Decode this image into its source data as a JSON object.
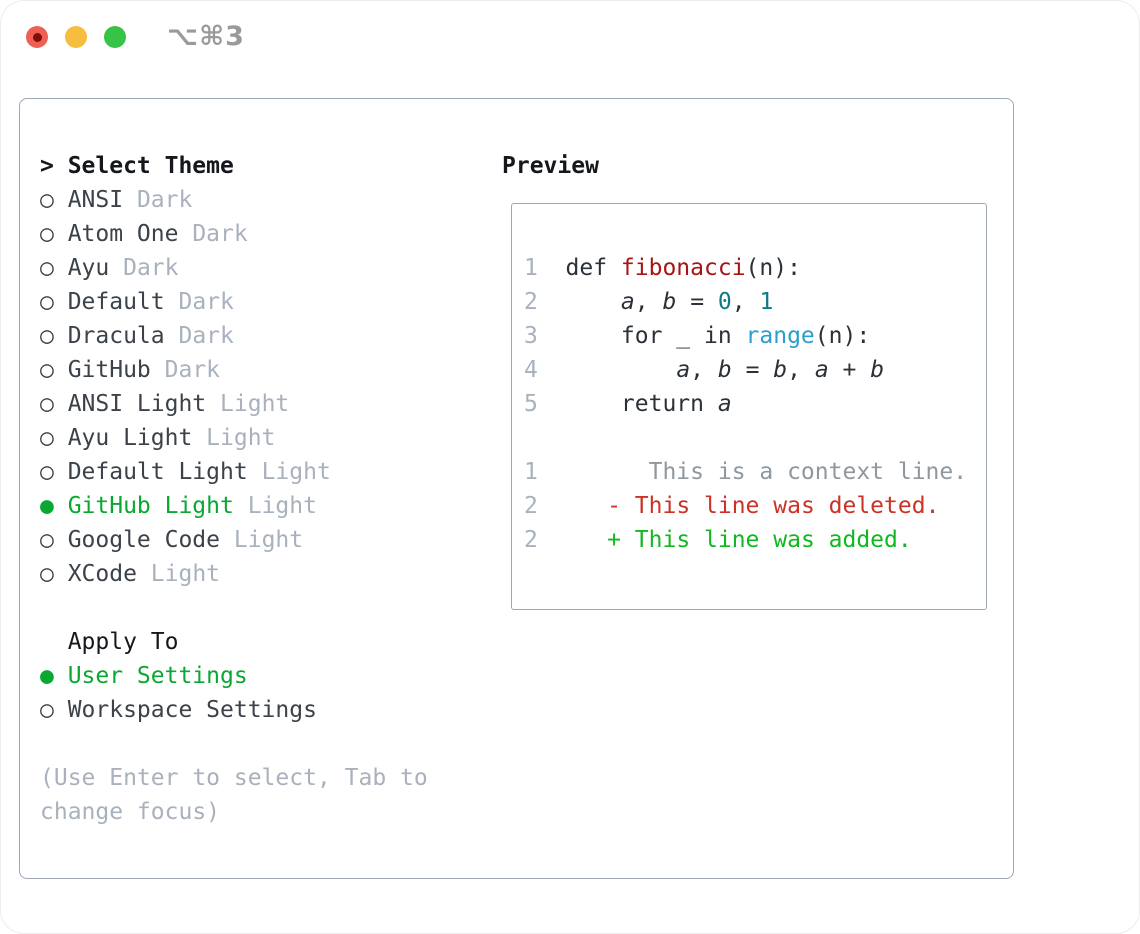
{
  "titlebar": {
    "shortcut": "⌥⌘3",
    "buttons": [
      "close",
      "minimize",
      "zoom"
    ]
  },
  "theme_list": {
    "header": {
      "marker": ">",
      "title": "Select Theme"
    },
    "items": [
      {
        "label": "ANSI",
        "tag": "Dark",
        "selected": false
      },
      {
        "label": "Atom One",
        "tag": "Dark",
        "selected": false
      },
      {
        "label": "Ayu",
        "tag": "Dark",
        "selected": false
      },
      {
        "label": "Default",
        "tag": "Dark",
        "selected": false
      },
      {
        "label": "Dracula",
        "tag": "Dark",
        "selected": false
      },
      {
        "label": "GitHub",
        "tag": "Dark",
        "selected": false
      },
      {
        "label": "ANSI Light",
        "tag": "Light",
        "selected": false
      },
      {
        "label": "Ayu Light",
        "tag": "Light",
        "selected": false
      },
      {
        "label": "Default Light",
        "tag": "Light",
        "selected": false
      },
      {
        "label": "GitHub Light",
        "tag": "Light",
        "selected": true
      },
      {
        "label": "Google Code",
        "tag": "Light",
        "selected": false
      },
      {
        "label": "XCode",
        "tag": "Light",
        "selected": false
      }
    ]
  },
  "apply_to": {
    "title": "Apply To",
    "options": [
      {
        "label": "User Settings",
        "selected": true
      },
      {
        "label": "Workspace Settings",
        "selected": false
      }
    ]
  },
  "hint": {
    "lines": [
      "(Use Enter to select, Tab to",
      "change focus)"
    ]
  },
  "preview": {
    "title": "Preview",
    "lines": [
      {
        "num": "1",
        "segments": [
          {
            "t": "def ",
            "c": "plain"
          },
          {
            "t": "fibonacci",
            "c": "func"
          },
          {
            "t": "(n):",
            "c": "plain"
          }
        ]
      },
      {
        "num": "2",
        "segments": [
          {
            "t": "    ",
            "c": "plain"
          },
          {
            "t": "a",
            "c": "var"
          },
          {
            "t": ", ",
            "c": "plain"
          },
          {
            "t": "b",
            "c": "var"
          },
          {
            "t": " = ",
            "c": "plain"
          },
          {
            "t": "0",
            "c": "number"
          },
          {
            "t": ", ",
            "c": "plain"
          },
          {
            "t": "1",
            "c": "number"
          }
        ]
      },
      {
        "num": "3",
        "segments": [
          {
            "t": "    for _ in ",
            "c": "plain"
          },
          {
            "t": "range",
            "c": "builtin"
          },
          {
            "t": "(n):",
            "c": "plain"
          }
        ]
      },
      {
        "num": "4",
        "segments": [
          {
            "t": "        ",
            "c": "plain"
          },
          {
            "t": "a",
            "c": "var"
          },
          {
            "t": ", ",
            "c": "plain"
          },
          {
            "t": "b",
            "c": "var"
          },
          {
            "t": " = ",
            "c": "plain"
          },
          {
            "t": "b",
            "c": "var"
          },
          {
            "t": ", ",
            "c": "plain"
          },
          {
            "t": "a",
            "c": "var"
          },
          {
            "t": " + ",
            "c": "plain"
          },
          {
            "t": "b",
            "c": "var"
          }
        ]
      },
      {
        "num": "5",
        "segments": [
          {
            "t": "    return ",
            "c": "plain"
          },
          {
            "t": "a",
            "c": "var"
          }
        ]
      },
      {
        "num": "",
        "segments": []
      },
      {
        "num": "1",
        "segments": [
          {
            "t": "      This is a context line.",
            "c": "context"
          }
        ]
      },
      {
        "num": "2",
        "segments": [
          {
            "t": "   ",
            "c": "plain"
          },
          {
            "t": "- This line was deleted.",
            "c": "deleted"
          }
        ]
      },
      {
        "num": "2",
        "segments": [
          {
            "t": "   ",
            "c": "plain"
          },
          {
            "t": "+ This line was added.",
            "c": "added"
          }
        ]
      }
    ]
  },
  "colors": {
    "accent_green": "#0aa832",
    "syntax_function": "#a81414",
    "syntax_number": "#0e7b82",
    "syntax_builtin": "#2a9fce",
    "diff_deleted": "#cb3326",
    "diff_added": "#10b91f",
    "diff_context": "#8f979f",
    "muted_gray": "#a9b1bd",
    "panel_border": "#9ea7b3",
    "traffic_red": "#f05f54",
    "traffic_yellow": "#f6bd3e",
    "traffic_green": "#37c345"
  }
}
